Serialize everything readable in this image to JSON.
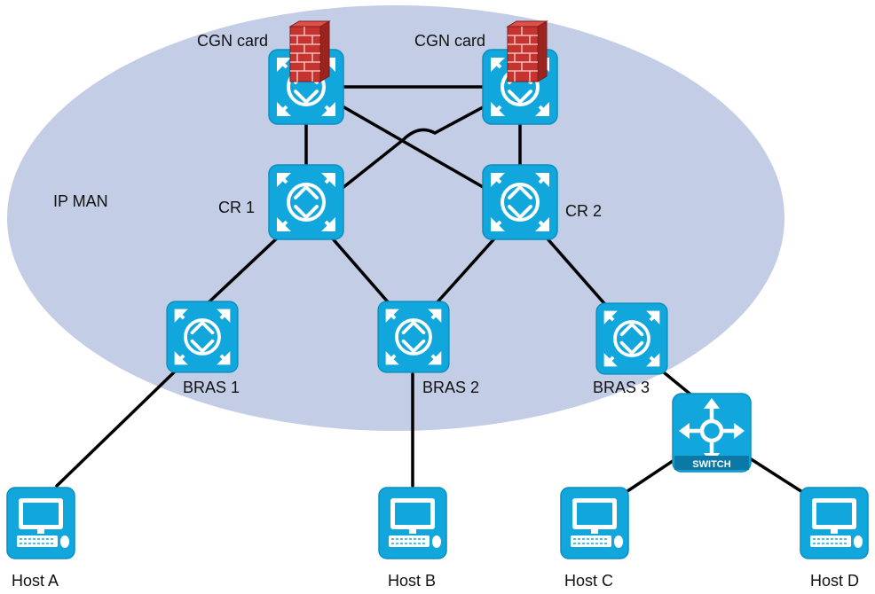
{
  "colors": {
    "man_fill": "#c3cde6",
    "device_fill": "#11a7dc",
    "device_border": "#0a8fc0",
    "link": "#000000",
    "firewall": "#c7342f"
  },
  "labels": {
    "cgn_card_1": "CGN card",
    "cgn_card_2": "CGN card",
    "ip_man": "IP MAN",
    "cr1": "CR 1",
    "cr2": "CR 2",
    "bras1": "BRAS 1",
    "bras2": "BRAS 2",
    "bras3": "BRAS 3",
    "switch_badge": "SWITCH",
    "host_a": "Host A",
    "host_b": "Host B",
    "host_c": "Host C",
    "host_d": "Host D"
  },
  "icons": {
    "router": "router-icon",
    "switch": "switch-icon",
    "host": "computer-icon",
    "firewall": "firewall-icon"
  }
}
